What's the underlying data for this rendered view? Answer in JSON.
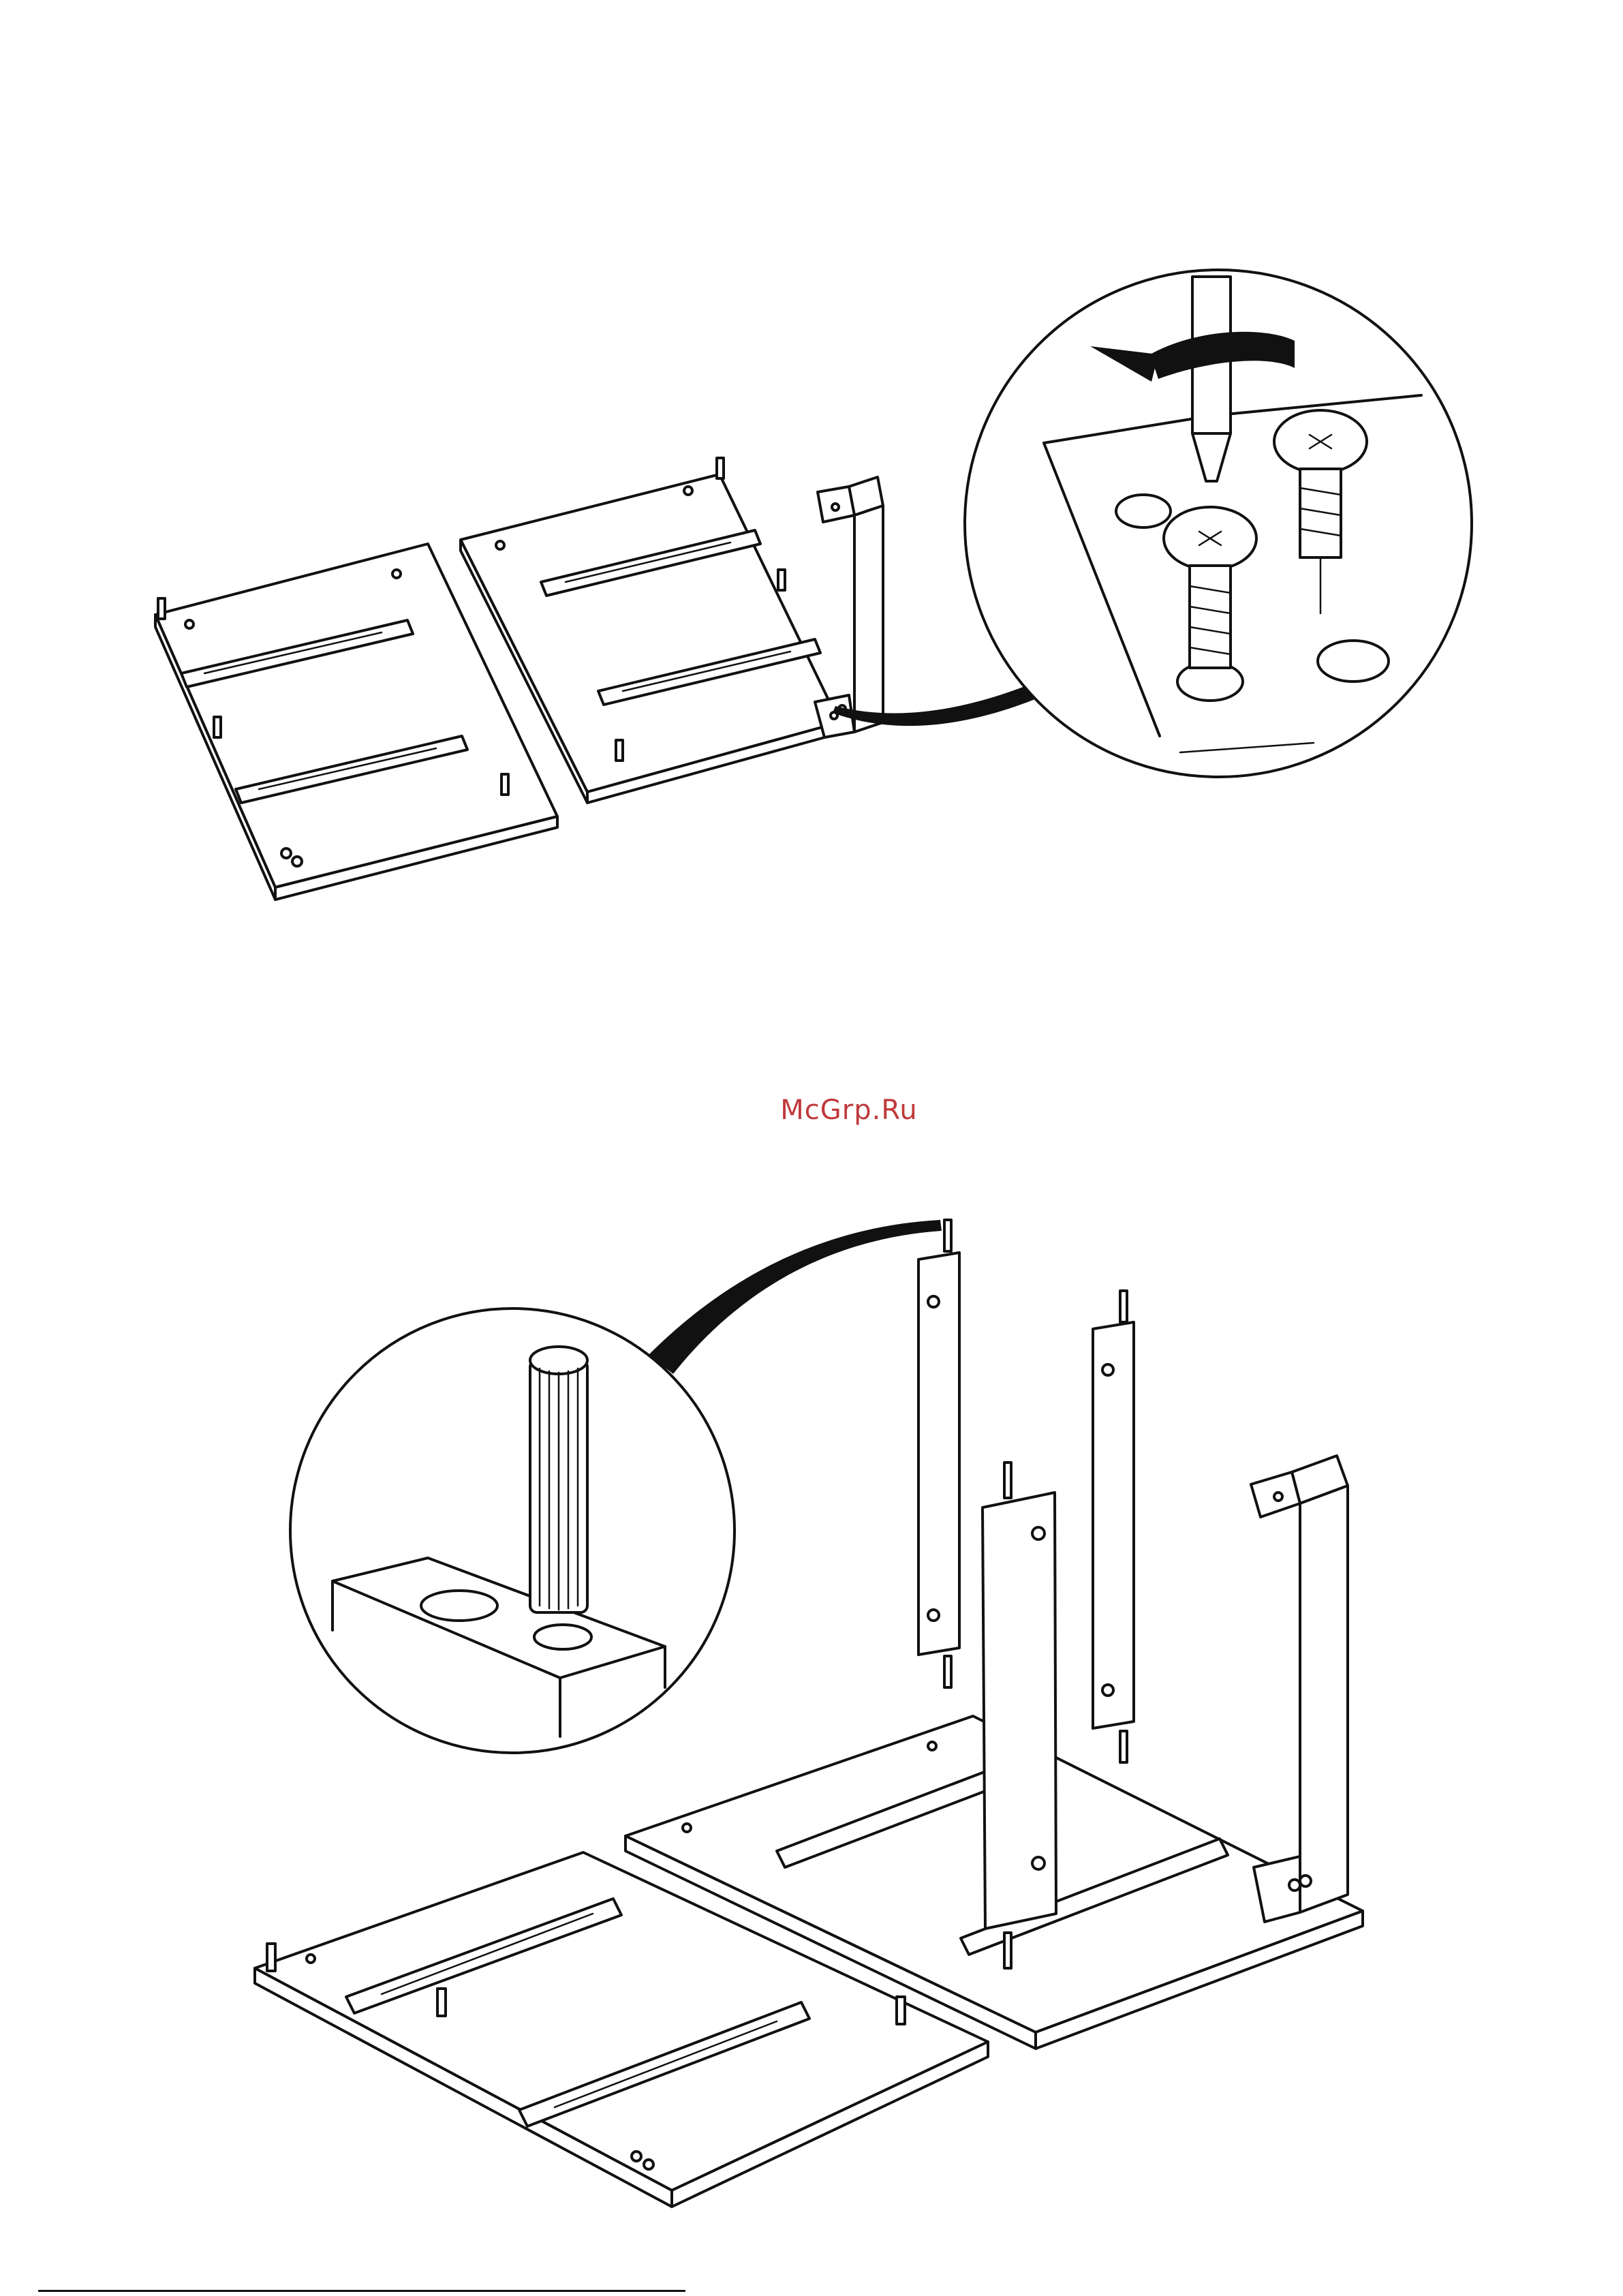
{
  "watermark": {
    "text": "McGrp.Ru",
    "color": "#c0393b"
  },
  "step_top": {
    "parts": [
      "panel-left",
      "panel-right",
      "side-panel"
    ],
    "detail": {
      "icons": [
        "screwdriver-icon",
        "rotate-arrow-icon",
        "screw-icon",
        "screw-icon"
      ]
    }
  },
  "step_bottom": {
    "parts": [
      "panel-left",
      "panel-right",
      "side-panel",
      "post",
      "post",
      "post"
    ],
    "detail": {
      "icons": [
        "dowel-icon"
      ]
    }
  }
}
